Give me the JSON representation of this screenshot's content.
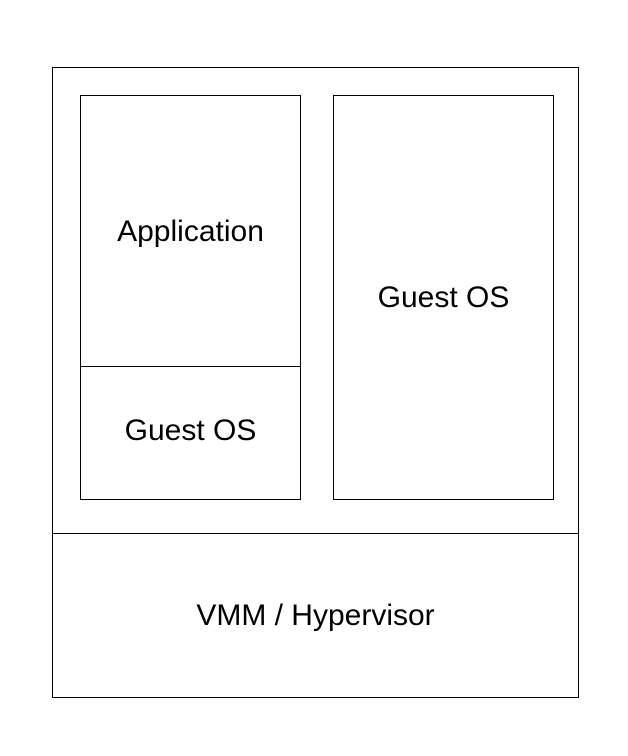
{
  "diagram": {
    "vm_left": {
      "top_label": "Application",
      "bottom_label": "Guest OS"
    },
    "vm_right": {
      "label": "Guest OS"
    },
    "hypervisor": {
      "label": "VMM / Hypervisor"
    }
  }
}
